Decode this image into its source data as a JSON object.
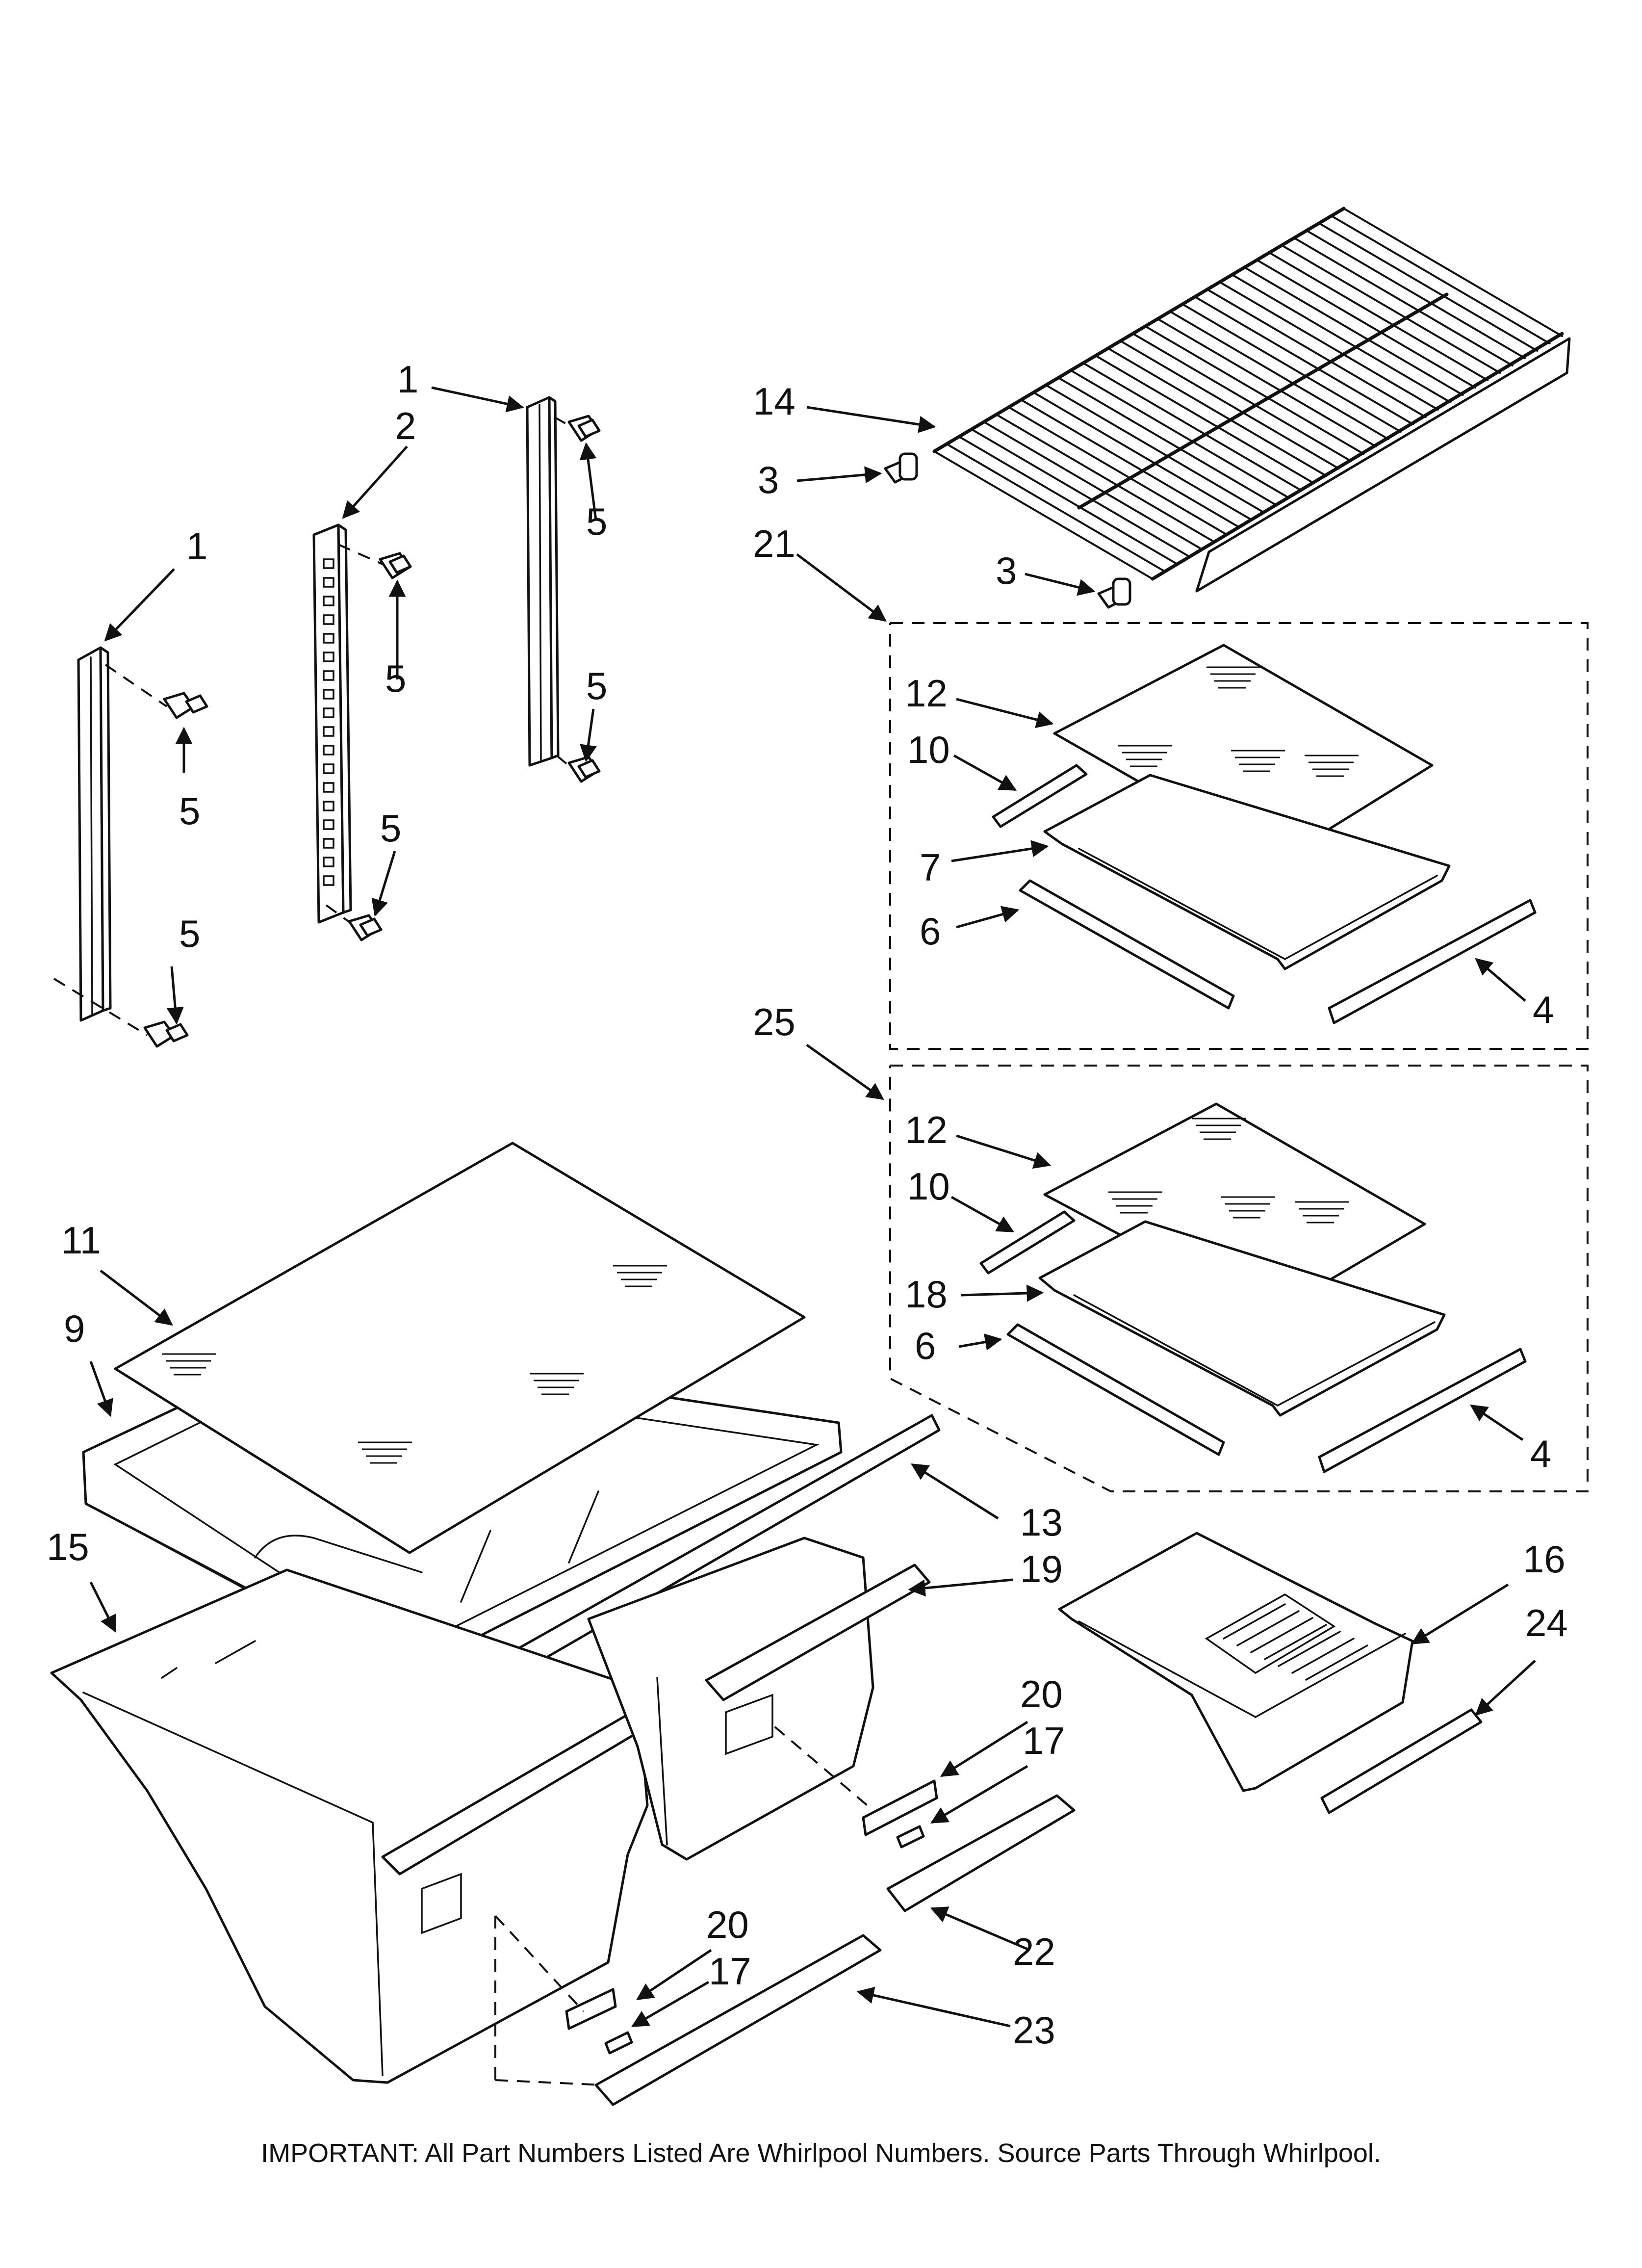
{
  "callouts": {
    "c1": "1",
    "c2": "2",
    "c3": "3",
    "c4": "4",
    "c5": "5",
    "c6": "6",
    "c7": "7",
    "c9": "9",
    "c10": "10",
    "c11": "11",
    "c12": "12",
    "c13": "13",
    "c14": "14",
    "c15": "15",
    "c16": "16",
    "c17": "17",
    "c18": "18",
    "c19": "19",
    "c20": "20",
    "c21": "21",
    "c22": "22",
    "c23": "23",
    "c24": "24",
    "c25": "25"
  },
  "footer": {
    "note": "IMPORTANT: All Part Numbers Listed Are Whirlpool Numbers. Source Parts Through Whirlpool."
  },
  "colors": {
    "ink": "#111111",
    "paper": "#ffffff"
  }
}
